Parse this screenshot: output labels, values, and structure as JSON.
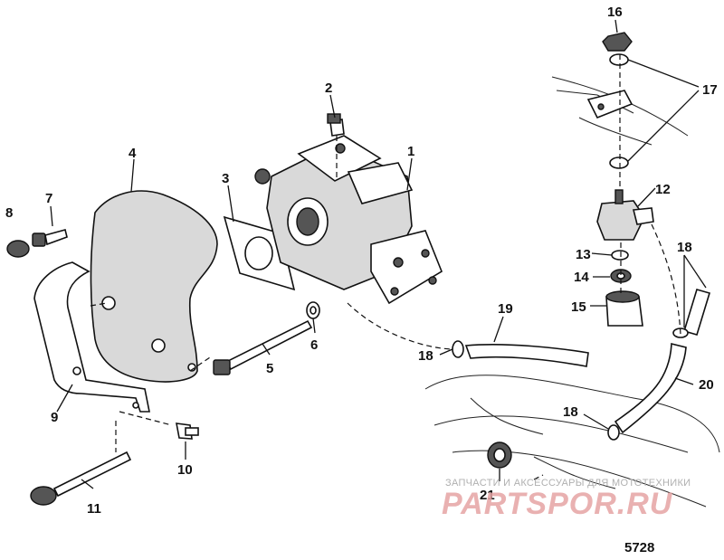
{
  "callouts": [
    "1",
    "2",
    "3",
    "4",
    "5",
    "6",
    "7",
    "8",
    "9",
    "10",
    "11",
    "12",
    "13",
    "14",
    "15",
    "16",
    "17",
    "18",
    "19",
    "20",
    "21"
  ],
  "callout_18_repeat": [
    "18",
    "18"
  ],
  "figure_number": "5728",
  "watermark": {
    "top_text": "ЗАПЧАСТИ И АКСЕССУАРЫ ДЛЯ МОТОТЕХНИКИ",
    "logo_text": "PARTSPOR.RU"
  }
}
